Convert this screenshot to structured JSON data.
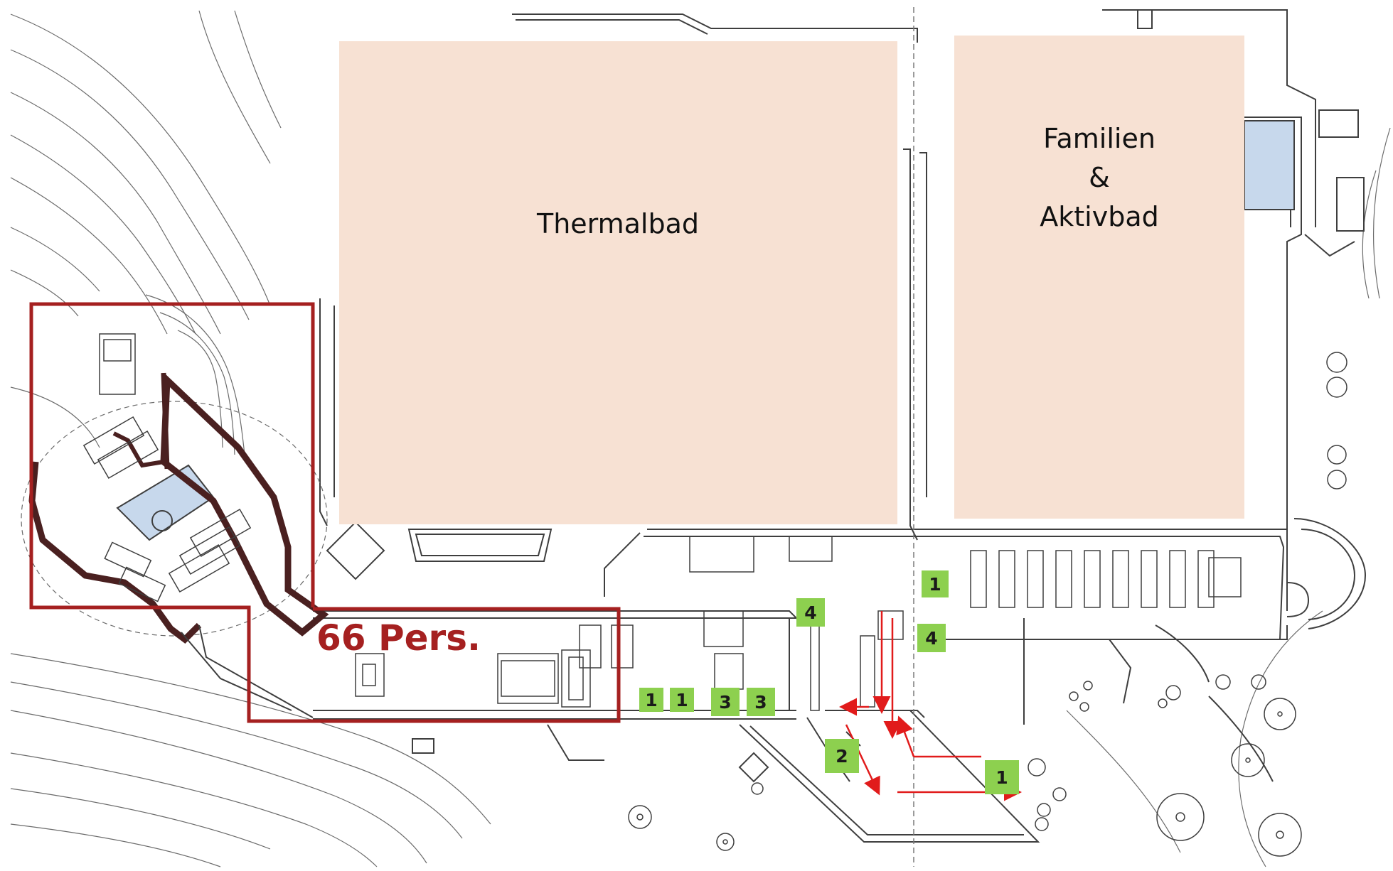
{
  "plan": {
    "zones": [
      {
        "id": "thermalbad",
        "lines": [
          "Thermalbad"
        ]
      },
      {
        "id": "familienbad",
        "lines": [
          "Familien",
          "&",
          "Aktivbad"
        ]
      }
    ],
    "capacity_label": "66 Pers.",
    "markers": [
      "1",
      "1",
      "1",
      "3",
      "3",
      "4",
      "4",
      "2",
      "1"
    ],
    "colors": {
      "zone_fill": "#f7e1d3",
      "highlight": "#a52020",
      "marker": "#8dd04f",
      "arrow": "#e11b1b",
      "line": "#4a4a4a",
      "water": "#c7d8ec"
    }
  }
}
